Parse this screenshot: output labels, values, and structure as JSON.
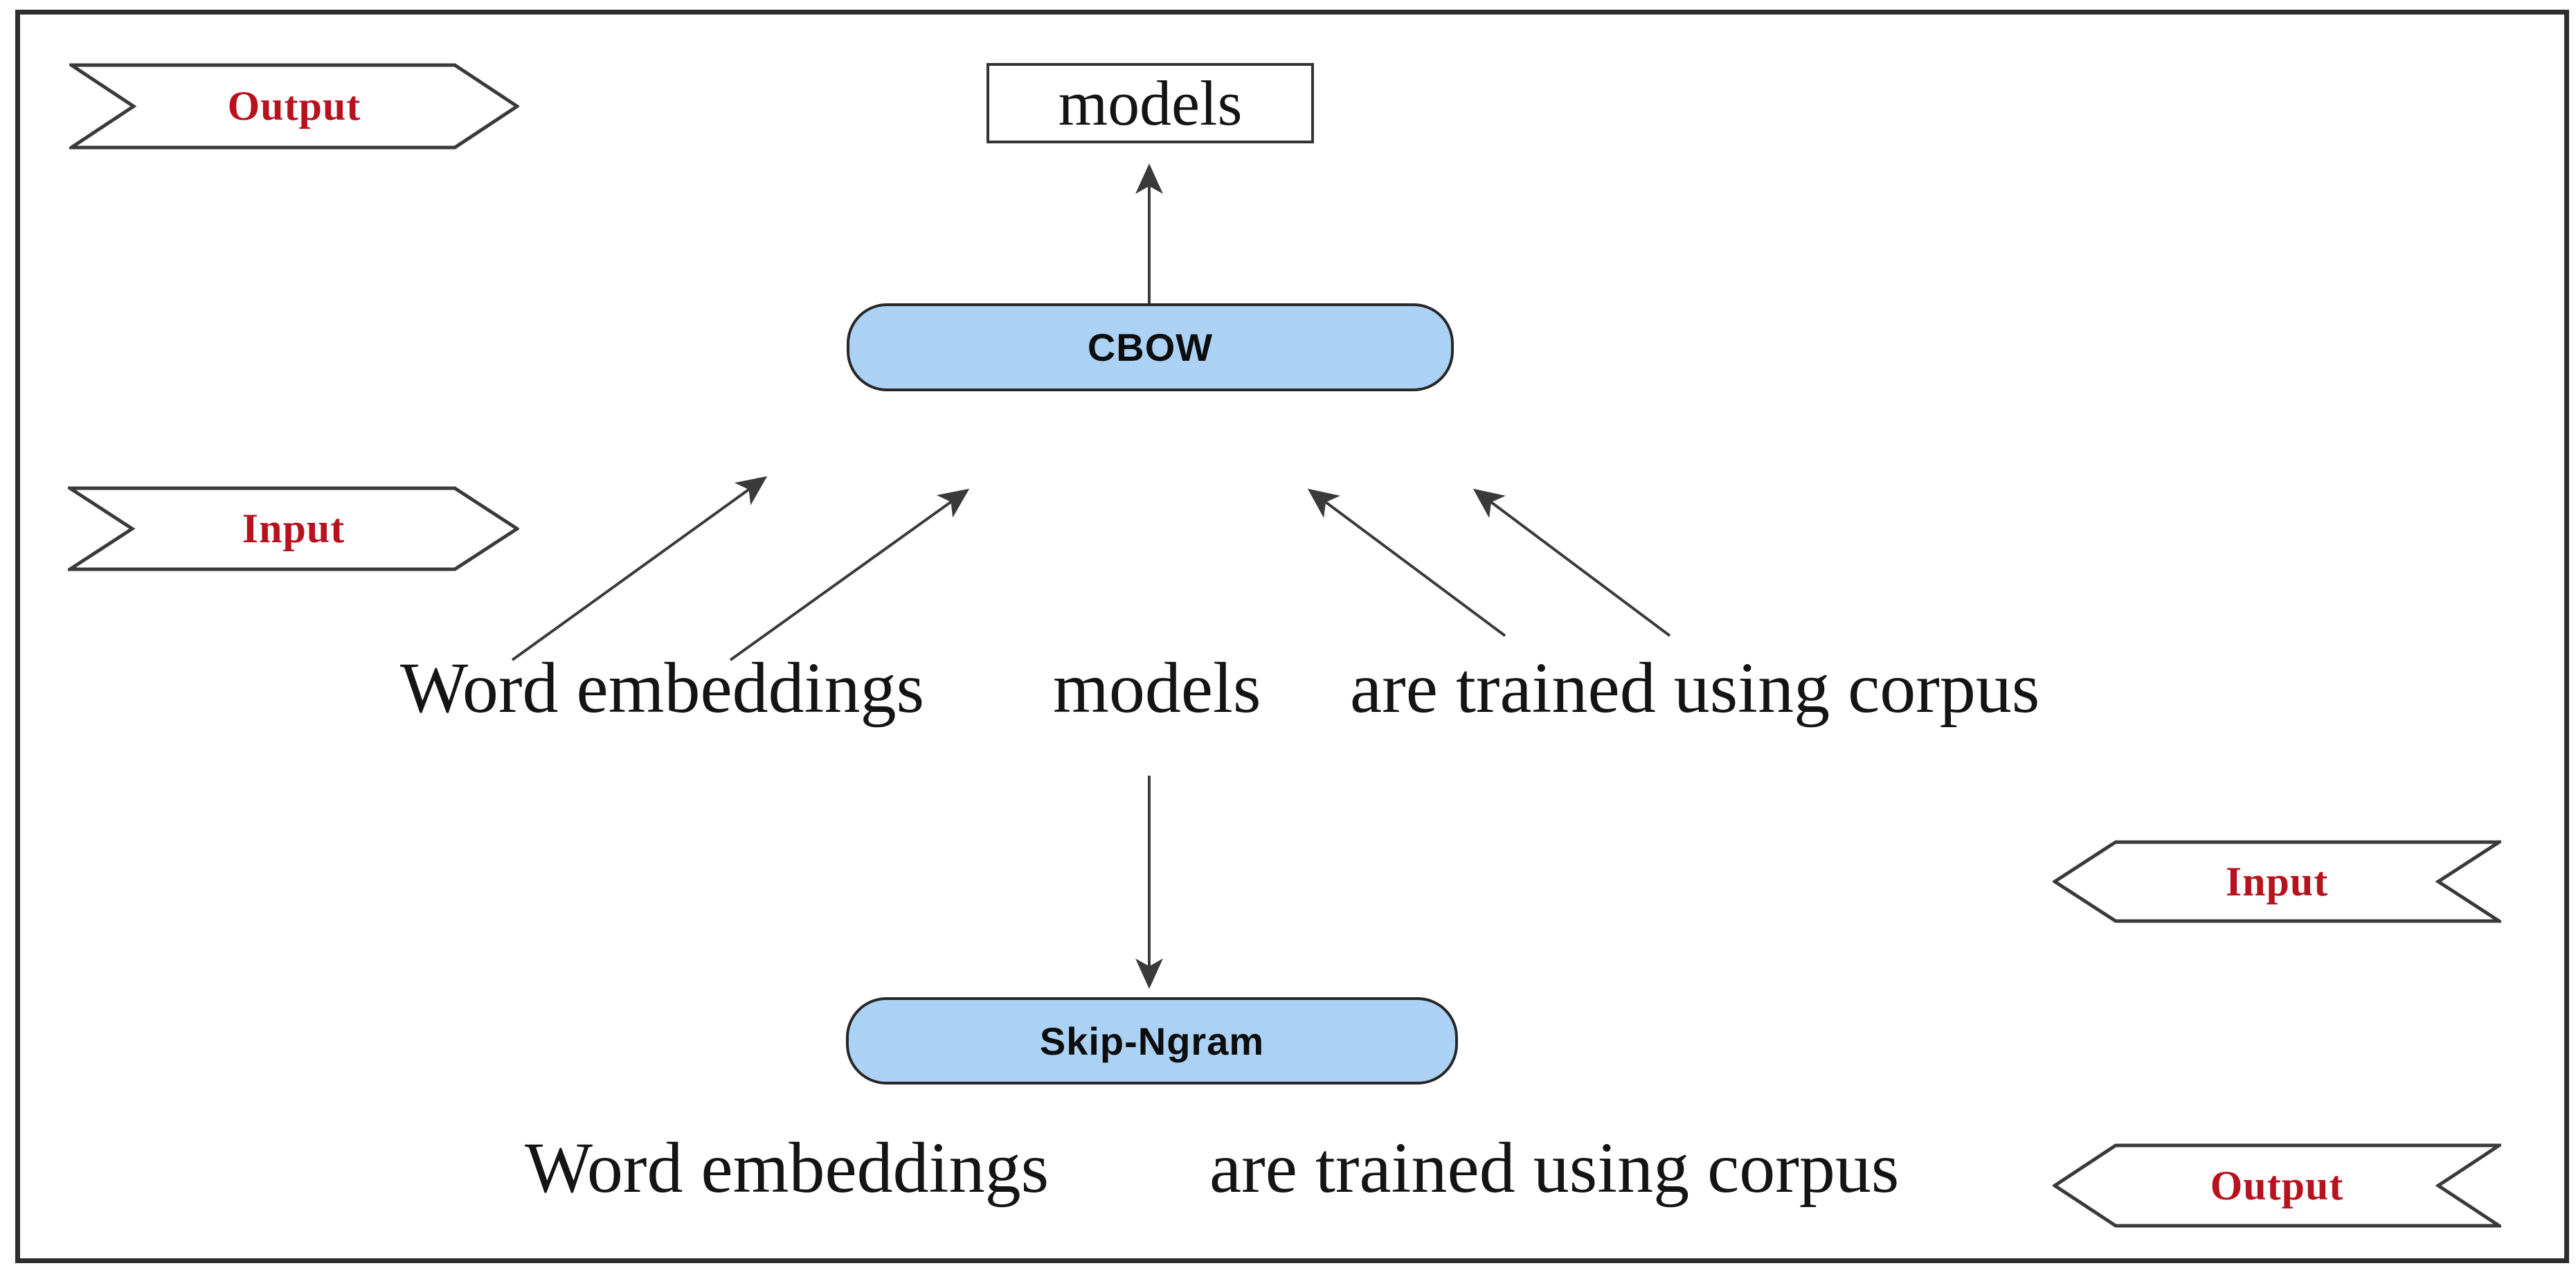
{
  "palette": {
    "accent_red": "#b8121f",
    "node_fill": "#abd2f5",
    "line_dark": "#2e2e2e"
  },
  "banners": {
    "top_left": {
      "label": "Output",
      "direction": "right"
    },
    "mid_left": {
      "label": "Input",
      "direction": "right"
    },
    "mid_right": {
      "label": "Input",
      "direction": "left"
    },
    "bottom_right": {
      "label": "Output",
      "direction": "left"
    }
  },
  "nodes": {
    "models_box": {
      "label": "models"
    },
    "cbow": {
      "label": "CBOW"
    },
    "skip_ngram": {
      "label": "Skip-Ngram"
    }
  },
  "sentences": {
    "cbow_input": {
      "part1": "Word embeddings",
      "part2": "models",
      "part3": "are trained using corpus"
    },
    "skip_ngram_output": {
      "part1": "Word embeddings",
      "part2": "are trained using corpus"
    }
  }
}
